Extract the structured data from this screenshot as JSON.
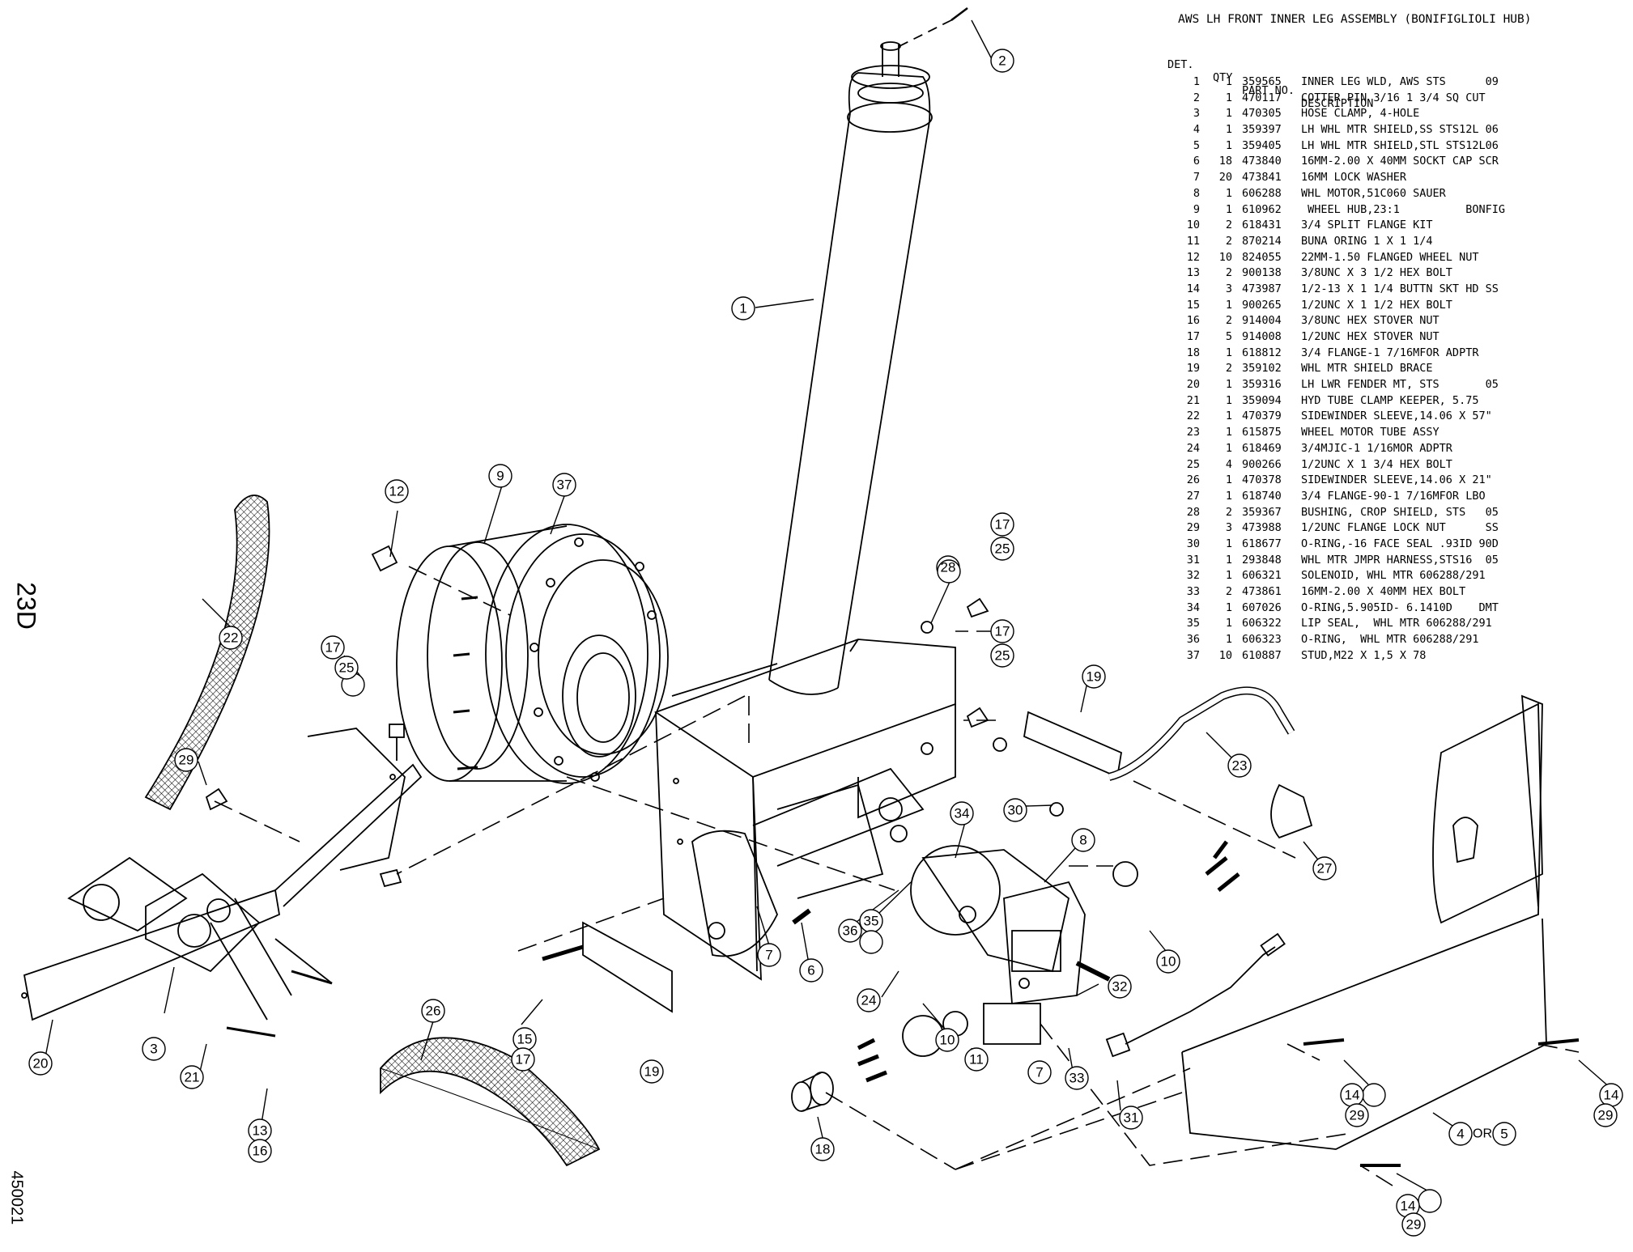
{
  "title": "AWS LH FRONT INNER LEG ASSEMBLY (BONIFIGLIOLI HUB)",
  "header": {
    "det": "DET.",
    "qty": "QTY",
    "part": "PART NO.",
    "desc": "DESCRIPTION"
  },
  "page_label": "23D",
  "doc_number": "450021",
  "bom": [
    {
      "det": "1",
      "qty": "1",
      "part": "359565",
      "desc": "INNER LEG WLD, AWS STS      09"
    },
    {
      "det": "2",
      "qty": "1",
      "part": "470117",
      "desc": "COTTER PIN 3/16 1 3/4 SQ CUT"
    },
    {
      "det": "3",
      "qty": "1",
      "part": "470305",
      "desc": "HOSE CLAMP, 4-HOLE"
    },
    {
      "det": "4",
      "qty": "1",
      "part": "359397",
      "desc": "LH WHL MTR SHIELD,SS STS12L 06"
    },
    {
      "det": "5",
      "qty": "1",
      "part": "359405",
      "desc": "LH WHL MTR SHIELD,STL STS12L06"
    },
    {
      "det": "6",
      "qty": "18",
      "part": "473840",
      "desc": "16MM-2.00 X 40MM SOCKT CAP SCR"
    },
    {
      "det": "7",
      "qty": "20",
      "part": "473841",
      "desc": "16MM LOCK WASHER"
    },
    {
      "det": "8",
      "qty": "1",
      "part": "606288",
      "desc": "WHL MOTOR,51C060 SAUER"
    },
    {
      "det": "9",
      "qty": "1",
      "part": "610962",
      "desc": " WHEEL HUB,23:1          BONFIG"
    },
    {
      "det": "10",
      "qty": "2",
      "part": "618431",
      "desc": "3/4 SPLIT FLANGE KIT"
    },
    {
      "det": "11",
      "qty": "2",
      "part": "870214",
      "desc": "BUNA ORING 1 X 1 1/4"
    },
    {
      "det": "12",
      "qty": "10",
      "part": "824055",
      "desc": "22MM-1.50 FLANGED WHEEL NUT"
    },
    {
      "det": "13",
      "qty": "2",
      "part": "900138",
      "desc": "3/8UNC X 3 1/2 HEX BOLT"
    },
    {
      "det": "14",
      "qty": "3",
      "part": "473987",
      "desc": "1/2-13 X 1 1/4 BUTTN SKT HD SS"
    },
    {
      "det": "15",
      "qty": "1",
      "part": "900265",
      "desc": "1/2UNC X 1 1/2 HEX BOLT"
    },
    {
      "det": "16",
      "qty": "2",
      "part": "914004",
      "desc": "3/8UNC HEX STOVER NUT"
    },
    {
      "det": "17",
      "qty": "5",
      "part": "914008",
      "desc": "1/2UNC HEX STOVER NUT"
    },
    {
      "det": "18",
      "qty": "1",
      "part": "618812",
      "desc": "3/4 FLANGE-1 7/16MFOR ADPTR"
    },
    {
      "det": "19",
      "qty": "2",
      "part": "359102",
      "desc": "WHL MTR SHIELD BRACE"
    },
    {
      "det": "20",
      "qty": "1",
      "part": "359316",
      "desc": "LH LWR FENDER MT, STS       05"
    },
    {
      "det": "21",
      "qty": "1",
      "part": "359094",
      "desc": "HYD TUBE CLAMP KEEPER, 5.75"
    },
    {
      "det": "22",
      "qty": "1",
      "part": "470379",
      "desc": "SIDEWINDER SLEEVE,14.06 X 57\""
    },
    {
      "det": "23",
      "qty": "1",
      "part": "615875",
      "desc": "WHEEL MOTOR TUBE ASSY"
    },
    {
      "det": "24",
      "qty": "1",
      "part": "618469",
      "desc": "3/4MJIC-1 1/16MOR ADPTR"
    },
    {
      "det": "25",
      "qty": "4",
      "part": "900266",
      "desc": "1/2UNC X 1 3/4 HEX BOLT"
    },
    {
      "det": "26",
      "qty": "1",
      "part": "470378",
      "desc": "SIDEWINDER SLEEVE,14.06 X 21\""
    },
    {
      "det": "27",
      "qty": "1",
      "part": "618740",
      "desc": "3/4 FLANGE-90-1 7/16MFOR LBO"
    },
    {
      "det": "28",
      "qty": "2",
      "part": "359367",
      "desc": "BUSHING, CROP SHIELD, STS   05"
    },
    {
      "det": "29",
      "qty": "3",
      "part": "473988",
      "desc": "1/2UNC FLANGE LOCK NUT      SS"
    },
    {
      "det": "30",
      "qty": "1",
      "part": "618677",
      "desc": "O-RING,-16 FACE SEAL .93ID 90D"
    },
    {
      "det": "31",
      "qty": "1",
      "part": "293848",
      "desc": "WHL MTR JMPR HARNESS,STS16  05"
    },
    {
      "det": "32",
      "qty": "1",
      "part": "606321",
      "desc": "SOLENOID, WHL MTR 606288/291"
    },
    {
      "det": "33",
      "qty": "2",
      "part": "473861",
      "desc": "16MM-2.00 X 40MM HEX BOLT"
    },
    {
      "det": "34",
      "qty": "1",
      "part": "607026",
      "desc": "O-RING,5.905ID- 6.1410D    DMT"
    },
    {
      "det": "35",
      "qty": "1",
      "part": "606322",
      "desc": "LIP SEAL,  WHL MTR 606288/291"
    },
    {
      "det": "36",
      "qty": "1",
      "part": "606323",
      "desc": "O-RING,  WHL MTR 606288/291"
    },
    {
      "det": "37",
      "qty": "10",
      "part": "610887",
      "desc": "STUD,M22 X 1,5 X 78"
    }
  ],
  "callouts": [
    "1",
    "2",
    "3",
    "4",
    "5",
    "6",
    "7",
    "8",
    "9",
    "10",
    "11",
    "12",
    "13",
    "14",
    "15",
    "16",
    "17",
    "18",
    "19",
    "20",
    "21",
    "22",
    "23",
    "24",
    "25",
    "26",
    "27",
    "28",
    "29",
    "30",
    "31",
    "32",
    "33",
    "34",
    "35",
    "36",
    "37"
  ],
  "or_label": "OR"
}
